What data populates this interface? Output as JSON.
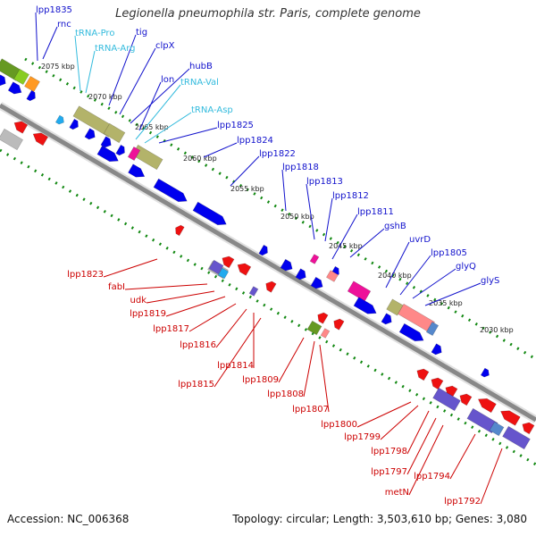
{
  "title": "Legionella pneumophila str. Paris, complete genome",
  "footer": {
    "accession": "Accession: NC_006368",
    "topology": "Topology: circular; Length: 3,503,610 bp; Genes: 3,080"
  },
  "colors": {
    "backbone": "#888888",
    "ticks": "#118811",
    "forward_label": "#1111cc",
    "reverse_label": "#cc0000",
    "trna_label": "#33bbdd",
    "blue": "#0000ee",
    "red": "#ee1111",
    "olive": "#b3b36a",
    "green": "#669922",
    "lime": "#88cc22",
    "orange": "#ff9922",
    "magenta": "#ee1199",
    "salmon": "#ff8888",
    "grey": "#bbbbbb",
    "cyan": "#22aaee",
    "purple": "#6655cc",
    "steel": "#5588cc"
  },
  "kbp_labels": [
    "2075 kbp",
    "2070 kbp",
    "2065 kbp",
    "2060 kbp",
    "2055 kbp",
    "2050 kbp",
    "2045 kbp",
    "2040 kbp",
    "2035 kbp",
    "2030 kbp"
  ],
  "forward_genes": [
    "lpp1835",
    "rnc",
    "tig",
    "clpX",
    "hubB",
    "lon",
    "lpp1825",
    "lpp1824",
    "lpp1822",
    "lpp1818",
    "lpp1813",
    "lpp1812",
    "lpp1811",
    "gshB",
    "uvrD",
    "lpp1805",
    "glyQ",
    "glyS"
  ],
  "trna_genes": [
    "tRNA-Pro",
    "tRNA-Arg",
    "tRNA-Val",
    "tRNA-Asp"
  ],
  "reverse_genes": [
    "lpp1823",
    "fabI",
    "udk",
    "lpp1819",
    "lpp1817",
    "lpp1816",
    "lpp1814",
    "lpp1815",
    "lpp1809",
    "lpp1808",
    "lpp1807",
    "lpp1800",
    "lpp1799",
    "lpp1798",
    "lpp1797",
    "metN",
    "lpp1794",
    "lpp1792"
  ]
}
